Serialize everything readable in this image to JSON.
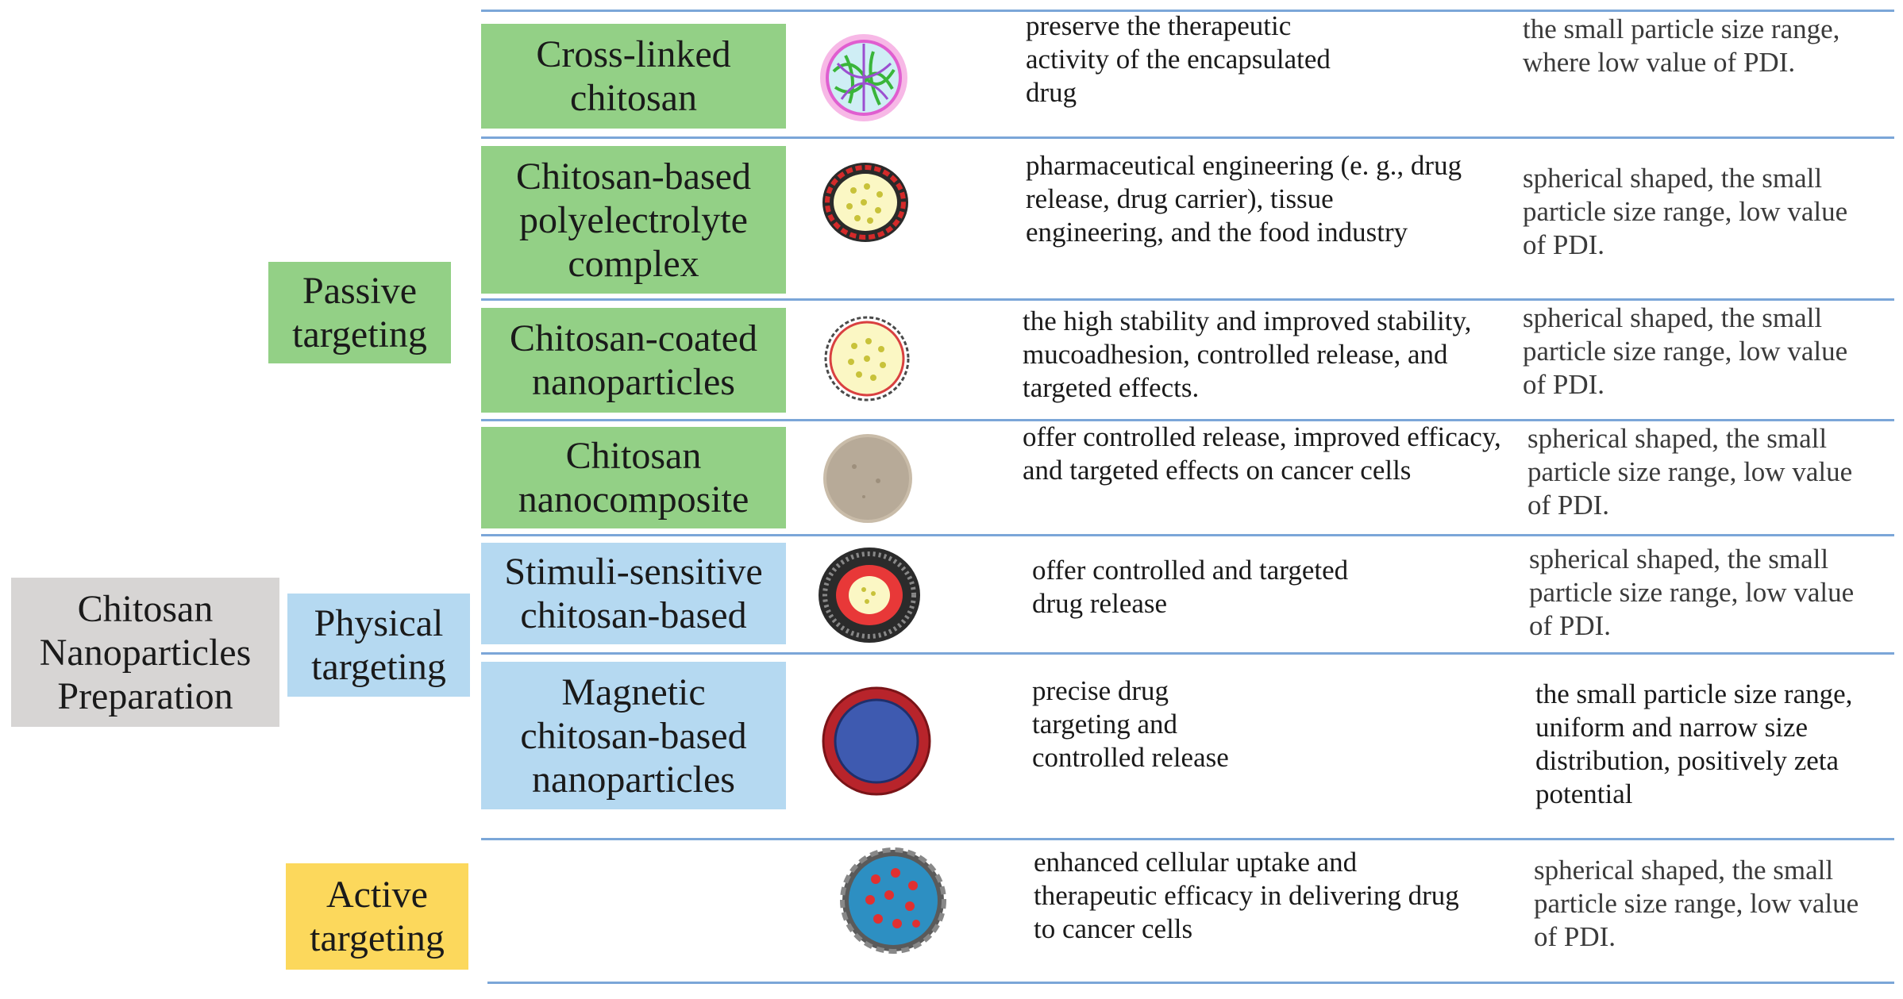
{
  "root": {
    "label": "Chitosan Nanoparticles Preparation"
  },
  "categories": {
    "passive": "Passive targeting",
    "physical": "Physical targeting",
    "active": "Active targeting"
  },
  "rows": [
    {
      "name": "Cross-linked chitosan",
      "icon": "cross-linked-particle-icon",
      "application": "preserve the therapeutic activity of the encapsulated drug",
      "properties": "the small particle size range, where low value of PDI."
    },
    {
      "name": "Chitosan-based polyelectrolyte complex",
      "icon": "polyelectrolyte-complex-icon",
      "application": "pharmaceutical engineering (e. g., drug release, drug carrier), tissue engineering, and the food industry",
      "properties": "spherical shaped, the small particle size range, low value of PDI."
    },
    {
      "name": "Chitosan-coated nanoparticles",
      "icon": "coated-nanoparticle-icon",
      "application": "the high stability and improved stability, mucoadhesion, controlled release, and targeted effects.",
      "properties": "spherical shaped, the small particle size range, low value of PDI."
    },
    {
      "name": "Chitosan nanocomposite",
      "icon": "nanocomposite-icon",
      "application": "offer controlled release, improved efficacy, and targeted effects on cancer cells",
      "properties": "spherical shaped, the small particle size range, low value of PDI."
    },
    {
      "name": "Stimuli-sensitive chitosan-based",
      "icon": "stimuli-sensitive-particle-icon",
      "application": "offer controlled and targeted drug release",
      "properties": "spherical shaped, the small particle size range, low value of PDI."
    },
    {
      "name": "Magnetic chitosan-based nanoparticles",
      "icon": "magnetic-nanoparticle-icon",
      "application": "precise drug targeting and controlled release",
      "properties": "the small particle size range, uniform and narrow size distribution, positively zeta potential"
    },
    {
      "name": "",
      "icon": "active-targeting-particle-icon",
      "application": "enhanced cellular uptake and therapeutic efficacy in delivering drug to  cancer cells",
      "properties": "spherical shaped, the small particle size range, low value of PDI."
    }
  ],
  "colors": {
    "passive": "#93d086",
    "physical": "#b5d9f1",
    "root": "#d7d5d4",
    "active": "#fcd85c",
    "divider": "#7ba6d8"
  }
}
